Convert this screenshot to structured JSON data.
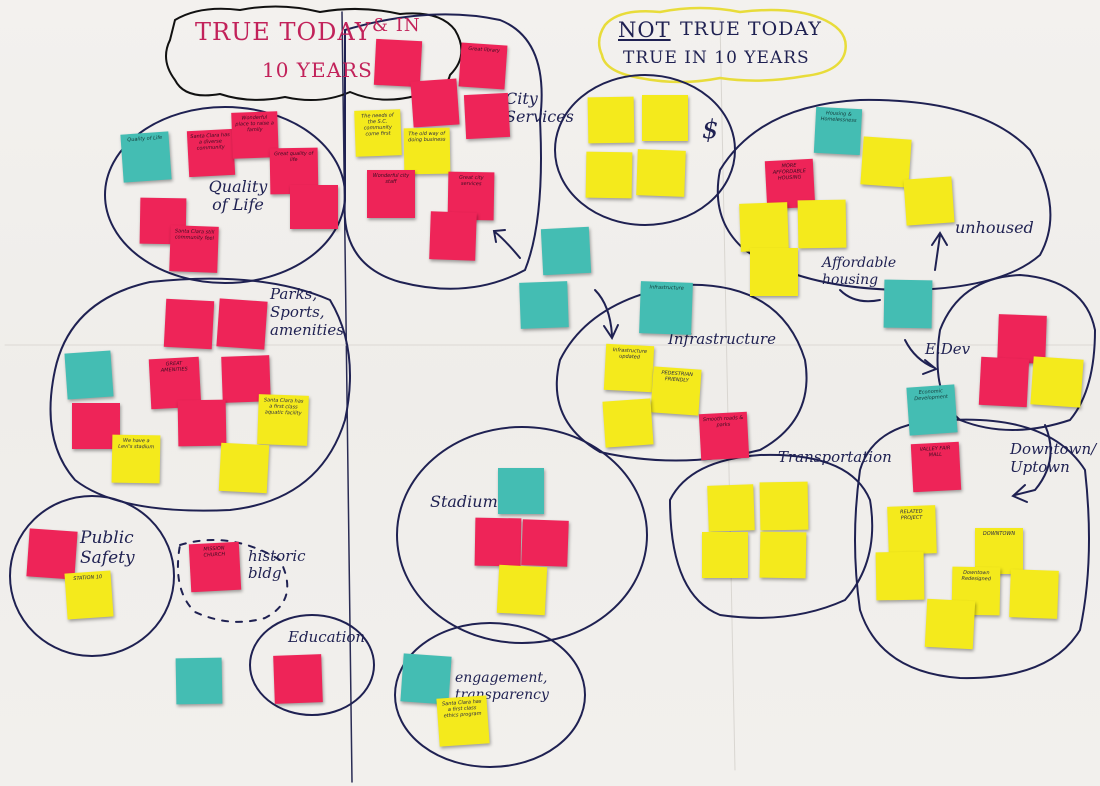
{
  "colors": {
    "yellow": "#f4ea1c",
    "pink": "#ee2458",
    "teal": "#44bdb3",
    "ink": "#1f2152",
    "paper": "#f1efec"
  },
  "headers": {
    "true_today_line1": "TRUE TODAY",
    "true_today_amp": "& IN",
    "true_today_line2": "10 YEARS",
    "not_true": "NOT",
    "not_true_rest": "TRUE TODAY",
    "true_in_10": "TRUE IN 10 YEARS"
  },
  "cluster_labels": {
    "quality": "Quality of Life",
    "city_services": "City Services",
    "parks": "Parks, Sports, amenities",
    "public_safety": "Public Safety",
    "historic": "historic bldg",
    "education": "Education",
    "stadium": "Stadium",
    "engagement": "engagement, transparency",
    "dollar": "$",
    "unhoused": "unhoused",
    "affordable": "Affordable housing",
    "infrastructure": "Infrastructure",
    "transportation": "Transportation",
    "edev": "E.Dev",
    "downtown": "Downtown/ Uptown"
  },
  "notes": [
    {
      "id": "q1",
      "color": "teal",
      "text": "Quality of Life"
    },
    {
      "id": "q2",
      "color": "pink",
      "text": "Santa Clara has a diverse community"
    },
    {
      "id": "q3",
      "color": "pink",
      "text": "Wonderful place to raise a family"
    },
    {
      "id": "q4",
      "color": "pink",
      "text": "Great quality of life"
    },
    {
      "id": "q5",
      "color": "pink",
      "text": ""
    },
    {
      "id": "q6",
      "color": "pink",
      "text": ""
    },
    {
      "id": "q7",
      "color": "pink",
      "text": "Santa Clara still community feel"
    },
    {
      "id": "c1",
      "color": "pink",
      "text": ""
    },
    {
      "id": "c2",
      "color": "pink",
      "text": "Great library"
    },
    {
      "id": "c3",
      "color": "pink",
      "text": ""
    },
    {
      "id": "c4",
      "color": "pink",
      "text": ""
    },
    {
      "id": "c5",
      "color": "yellow",
      "text": "The needs of the S.C. community come first"
    },
    {
      "id": "c6",
      "color": "yellow",
      "text": "The old way of doing business"
    },
    {
      "id": "c7",
      "color": "pink",
      "text": "Wonderful city staff"
    },
    {
      "id": "c8",
      "color": "pink",
      "text": "Great city services"
    },
    {
      "id": "c9",
      "color": "pink",
      "text": ""
    },
    {
      "id": "p1",
      "color": "pink",
      "text": ""
    },
    {
      "id": "p2",
      "color": "pink",
      "text": ""
    },
    {
      "id": "p3",
      "color": "teal",
      "text": ""
    },
    {
      "id": "p4",
      "color": "pink",
      "text": "GREAT AMENITIES"
    },
    {
      "id": "p5",
      "color": "pink",
      "text": ""
    },
    {
      "id": "p6",
      "color": "pink",
      "text": ""
    },
    {
      "id": "p7",
      "color": "pink",
      "text": ""
    },
    {
      "id": "p8",
      "color": "yellow",
      "text": "We have a Levi's stadium"
    },
    {
      "id": "p9",
      "color": "yellow",
      "text": "Santa Clara has a first class aquatic facility"
    },
    {
      "id": "p10",
      "color": "yellow",
      "text": ""
    },
    {
      "id": "s1",
      "color": "pink",
      "text": ""
    },
    {
      "id": "s2",
      "color": "yellow",
      "text": "STATION 10"
    },
    {
      "id": "h1",
      "color": "pink",
      "text": "MISSION CHURCH"
    },
    {
      "id": "e1",
      "color": "pink",
      "text": ""
    },
    {
      "id": "e2",
      "color": "teal",
      "text": ""
    },
    {
      "id": "st1",
      "color": "teal",
      "text": ""
    },
    {
      "id": "st2",
      "color": "pink",
      "text": ""
    },
    {
      "id": "st3",
      "color": "pink",
      "text": ""
    },
    {
      "id": "st4",
      "color": "yellow",
      "text": ""
    },
    {
      "id": "en1",
      "color": "teal",
      "text": ""
    },
    {
      "id": "en2",
      "color": "yellow",
      "text": "Santa Clara has a first class ethics program"
    },
    {
      "id": "m1",
      "color": "teal",
      "text": ""
    },
    {
      "id": "m2",
      "color": "teal",
      "text": ""
    },
    {
      "id": "d1",
      "color": "yellow",
      "text": ""
    },
    {
      "id": "d2",
      "color": "yellow",
      "text": ""
    },
    {
      "id": "d3",
      "color": "yellow",
      "text": ""
    },
    {
      "id": "d4",
      "color": "yellow",
      "text": ""
    },
    {
      "id": "u1",
      "color": "teal",
      "text": "Housing & Homelessness"
    },
    {
      "id": "u2",
      "color": "yellow",
      "text": ""
    },
    {
      "id": "u3",
      "color": "yellow",
      "text": ""
    },
    {
      "id": "a1",
      "color": "pink",
      "text": "MORE AFFORDABLE HOUSING"
    },
    {
      "id": "a2",
      "color": "yellow",
      "text": ""
    },
    {
      "id": "a3",
      "color": "yellow",
      "text": ""
    },
    {
      "id": "a4",
      "color": "yellow",
      "text": ""
    },
    {
      "id": "a5",
      "color": "teal",
      "text": ""
    },
    {
      "id": "i1",
      "color": "teal",
      "text": "Infrastructure"
    },
    {
      "id": "i2",
      "color": "yellow",
      "text": "Infrastructure updated"
    },
    {
      "id": "i3",
      "color": "yellow",
      "text": "PEDESTRIAN FRIENDLY"
    },
    {
      "id": "i4",
      "color": "yellow",
      "text": ""
    },
    {
      "id": "i5",
      "color": "pink",
      "text": "Smooth roads & parks"
    },
    {
      "id": "t1",
      "color": "yellow",
      "text": ""
    },
    {
      "id": "t2",
      "color": "yellow",
      "text": ""
    },
    {
      "id": "t3",
      "color": "yellow",
      "text": ""
    },
    {
      "id": "t4",
      "color": "yellow",
      "text": ""
    },
    {
      "id": "ed1",
      "color": "pink",
      "text": ""
    },
    {
      "id": "ed2",
      "color": "pink",
      "text": ""
    },
    {
      "id": "ed3",
      "color": "yellow",
      "text": ""
    },
    {
      "id": "ed4",
      "color": "teal",
      "text": "Economic Development"
    },
    {
      "id": "dt1",
      "color": "pink",
      "text": "VALLEY FAIR MALL"
    },
    {
      "id": "dt2",
      "color": "yellow",
      "text": "RELATED PROJECT"
    },
    {
      "id": "dt3",
      "color": "yellow",
      "text": ""
    },
    {
      "id": "dt4",
      "color": "yellow",
      "text": "DOWNTOWN"
    },
    {
      "id": "dt5",
      "color": "yellow",
      "text": "Downtown Redesigned"
    },
    {
      "id": "dt6",
      "color": "yellow",
      "text": ""
    },
    {
      "id": "dt7",
      "color": "yellow",
      "text": ""
    }
  ]
}
